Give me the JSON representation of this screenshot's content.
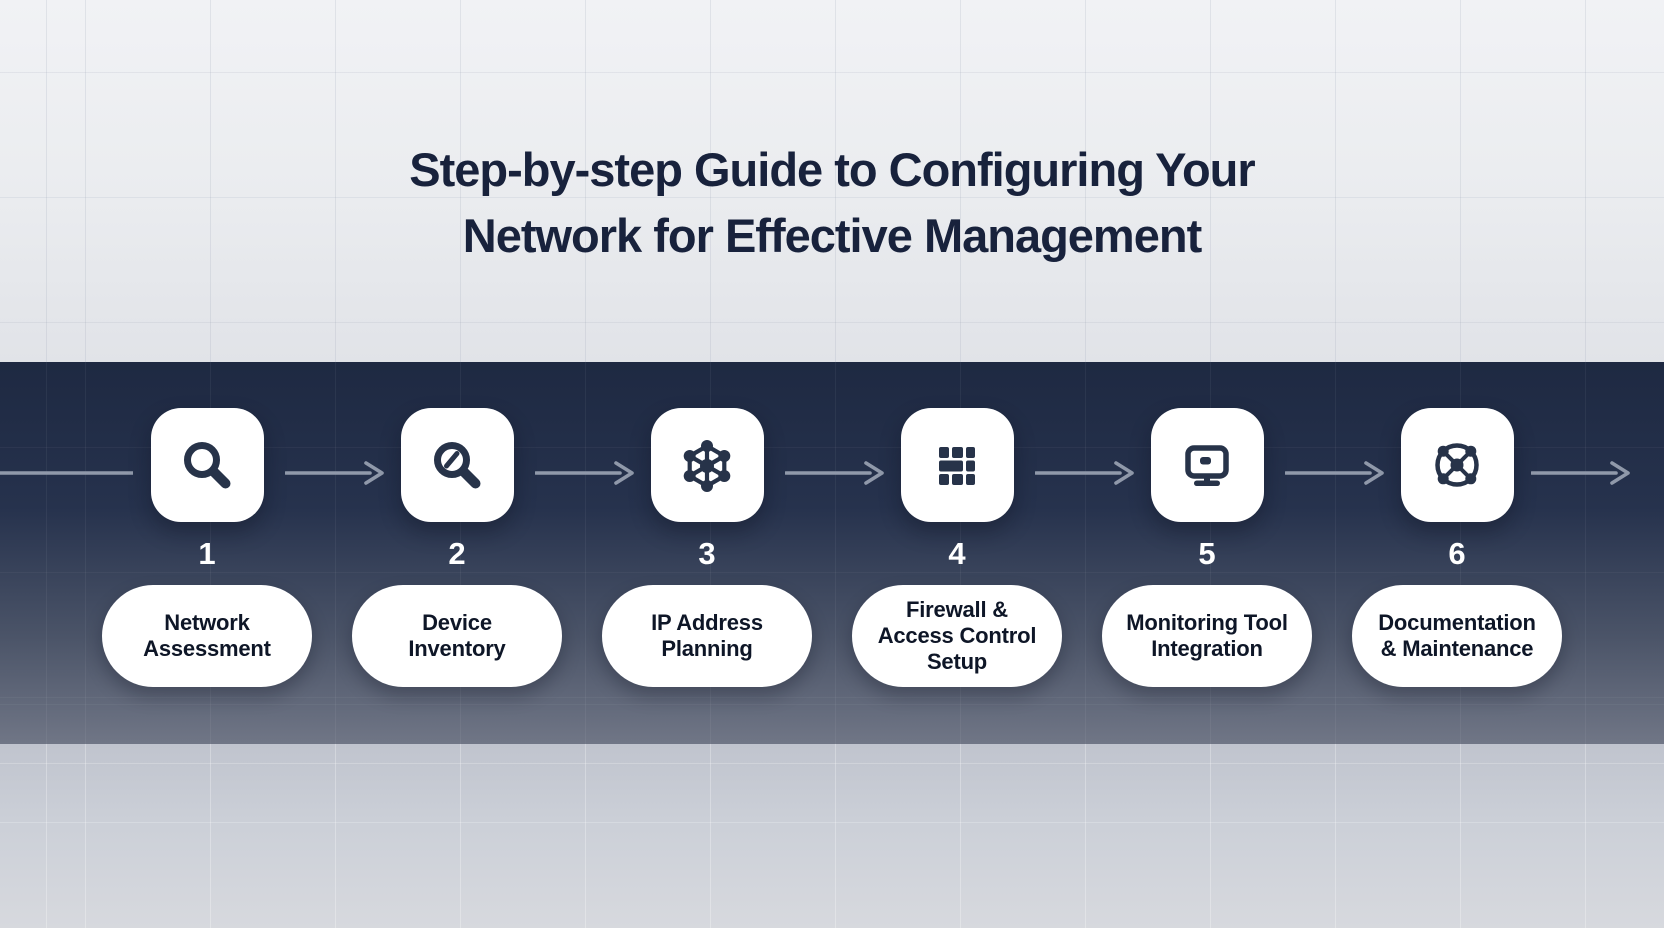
{
  "title": {
    "line1": "Step-by-step Guide to Configuring Your",
    "line2": "Network for Effective Management"
  },
  "steps": [
    {
      "number": "1",
      "label": "Network\nAssessment",
      "icon": "magnifier-icon"
    },
    {
      "number": "2",
      "label": "Device\nInventory",
      "icon": "magnifier-slash-icon"
    },
    {
      "number": "3",
      "label": "IP Address\nPlanning",
      "icon": "hex-network-icon"
    },
    {
      "number": "4",
      "label": "Firewall &\nAccess Control\nSetup",
      "icon": "firewall-bricks-icon"
    },
    {
      "number": "5",
      "label": "Monitoring Tool\nIntegration",
      "icon": "monitor-icon"
    },
    {
      "number": "6",
      "label": "Documentation\n& Maintenance",
      "icon": "network-nodes-icon"
    }
  ],
  "colors": {
    "title-ink": "#18223c",
    "band-top": "#1e2942",
    "band-bottom": "#707686",
    "icon-ink": "#273349",
    "pill-bg": "#ffffff",
    "pill-ink": "#0e1627",
    "arrow": "#9099aa",
    "number-ink": "#ffffff"
  }
}
